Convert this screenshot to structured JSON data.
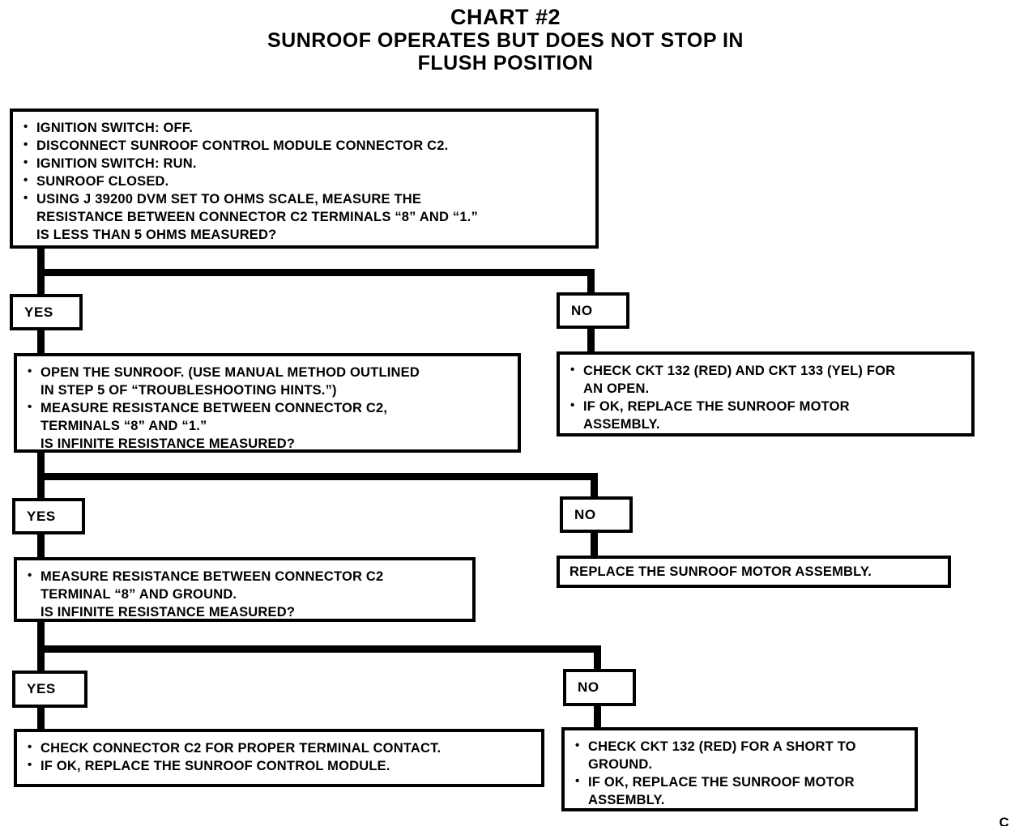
{
  "title": {
    "line1": "CHART #2",
    "line2": "SUNROOF OPERATES BUT DOES NOT STOP IN",
    "line3": "FLUSH POSITION"
  },
  "corner_mark": "C",
  "labels": {
    "yes": "YES",
    "no": "NO"
  },
  "nodes": {
    "step1": {
      "id": "initial-test",
      "bullets": [
        "IGNITION SWITCH: OFF.",
        "DISCONNECT SUNROOF CONTROL MODULE CONNECTOR C2.",
        "IGNITION SWITCH: RUN.",
        "SUNROOF CLOSED.",
        "USING J 39200 DVM SET TO OHMS SCALE, MEASURE THE\nRESISTANCE BETWEEN CONNECTOR C2 TERMINALS “8” AND “1.”\nIS LESS THAN 5 OHMS MEASURED?"
      ]
    },
    "step1_no": {
      "id": "check-ckt-132-133-open",
      "bullets": [
        "CHECK CKT 132 (RED) AND CKT 133 (YEL) FOR\nAN OPEN.",
        "IF OK, REPLACE THE SUNROOF MOTOR\nASSEMBLY."
      ]
    },
    "step2": {
      "id": "open-sunroof-measure",
      "bullets": [
        "OPEN THE SUNROOF. (USE MANUAL METHOD OUTLINED\nIN STEP 5 OF “TROUBLESHOOTING HINTS.”)",
        "MEASURE RESISTANCE BETWEEN CONNECTOR C2,\nTERMINALS “8” AND “1.”\nIS INFINITE RESISTANCE MEASURED?"
      ]
    },
    "step2_no": {
      "id": "replace-sunroof-motor",
      "text": "REPLACE THE SUNROOF MOTOR ASSEMBLY."
    },
    "step3": {
      "id": "measure-terminal-8-ground",
      "bullets": [
        "MEASURE RESISTANCE BETWEEN CONNECTOR C2\nTERMINAL “8” AND GROUND.\nIS INFINITE RESISTANCE MEASURED?"
      ]
    },
    "step3_no": {
      "id": "check-ckt-132-short",
      "bullets": [
        "CHECK CKT 132 (RED) FOR A SHORT TO\nGROUND.",
        "IF OK, REPLACE THE SUNROOF MOTOR\nASSEMBLY."
      ]
    },
    "step3_yes": {
      "id": "check-connector-c2-contact",
      "bullets": [
        "CHECK CONNECTOR C2 FOR PROPER TERMINAL CONTACT.",
        "IF OK, REPLACE THE SUNROOF CONTROL MODULE."
      ]
    }
  },
  "colors": {
    "ink": "#000000",
    "paper": "#ffffff"
  }
}
